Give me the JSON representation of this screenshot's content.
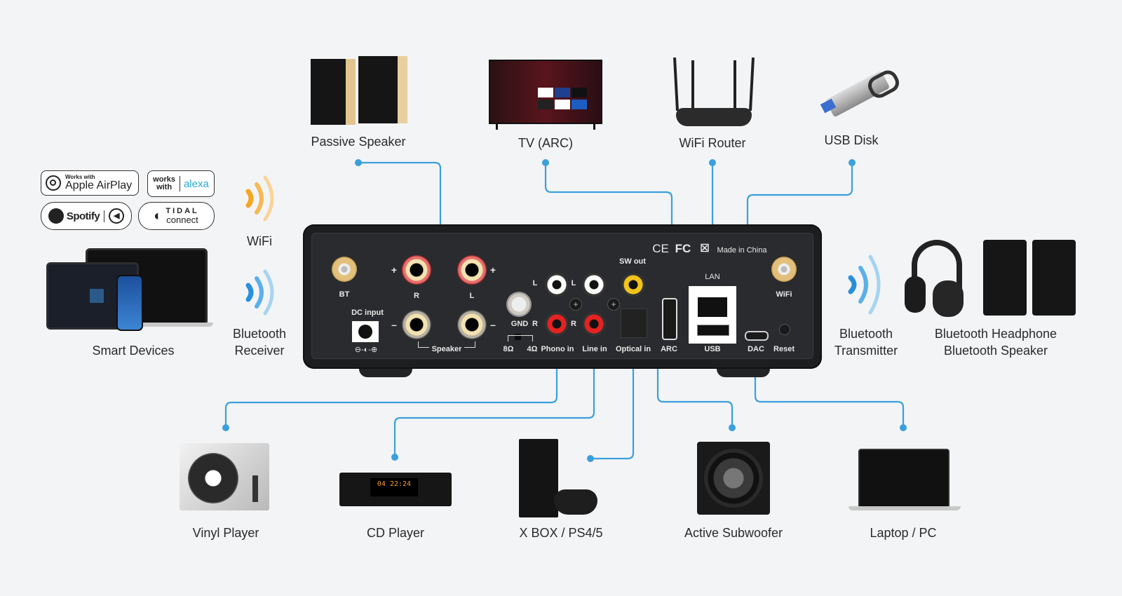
{
  "colors": {
    "background": "#f3f4f6",
    "wire": "#3aa0dc",
    "wifi_wave": "#f5a623",
    "bluetooth_wave": "#3a9de0",
    "panel": "#1d1e20"
  },
  "services": {
    "airplay": {
      "small": "Works with",
      "big": "Apple AirPlay",
      "icon": "airplay-icon"
    },
    "alexa": {
      "left": "works\nwith",
      "right": "alexa"
    },
    "spotify": {
      "label": "Spotify",
      "icon": "speaker-icon"
    },
    "tidal": {
      "top": "TIDAL",
      "bottom": "connect"
    }
  },
  "wireless": {
    "wifi_label": "WiFi",
    "bt_receiver_label_1": "Bluetooth",
    "bt_receiver_label_2": "Receiver",
    "bt_transmitter_label_1": "Bluetooth",
    "bt_transmitter_label_2": "Transmitter"
  },
  "devices": {
    "smart_devices": "Smart Devices",
    "passive_speaker": "Passive Speaker",
    "tv": "TV (ARC)",
    "router": "WiFi Router",
    "usb_disk": "USB Disk",
    "bt_headphone_1": "Bluetooth Headphone",
    "bt_headphone_2": "Bluetooth Speaker",
    "vinyl": "Vinyl Player",
    "cd": "CD Player",
    "console": "X BOX / PS4/5",
    "subwoofer": "Active Subwoofer",
    "laptop": "Laptop / PC"
  },
  "panel": {
    "bt": "BT",
    "wifi": "WiFi",
    "dc_input": "DC input",
    "dc_polarity": "⊖-◐-⊕",
    "speaker_r": "R",
    "speaker_l": "L",
    "plus": "+",
    "minus": "–",
    "speaker": "Speaker",
    "gnd": "GND",
    "ohm8": "8Ω",
    "ohm4": "4Ω",
    "l": "L",
    "r": "R",
    "phono_in": "Phono in",
    "line_in": "Line in",
    "sw_out": "SW out",
    "optical_in": "Optical in",
    "arc": "ARC",
    "lan": "LAN",
    "usb": "USB",
    "dac": "DAC",
    "reset": "Reset",
    "cert_ce": "CE",
    "cert_fc": "FC",
    "made_in": "Made in China"
  },
  "cd_display": "04 22:24"
}
